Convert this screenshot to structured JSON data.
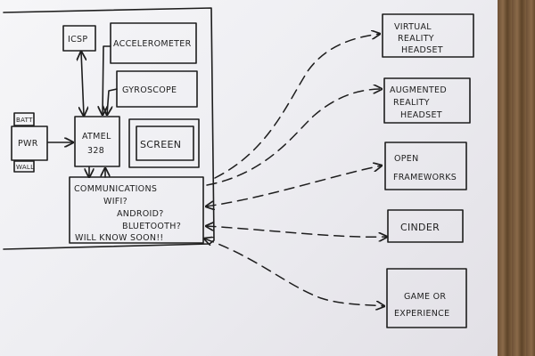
{
  "labels": {
    "icsp": "ICSP",
    "accelerometer": "ACCELEROMETER",
    "gyroscope": "GYROSCOPE",
    "atmel_line1": "ATMEL",
    "atmel_line2": "328",
    "screen": "SCREEN",
    "batt": "BATT",
    "pwr": "PWR",
    "wall": "WALL",
    "comm_line1": "COMMUNICATIONS",
    "comm_line2": "WIFI?",
    "comm_line3": "ANDROID?",
    "comm_line4": "BLUETOOTH?",
    "comm_line5": "WILL KNOW SOON!!"
  },
  "outputs": [
    {
      "lines": [
        "VIRTUAL",
        "REALITY",
        "HEADSET"
      ]
    },
    {
      "lines": [
        "AUGMENTED",
        "REALITY",
        "HEADSET"
      ]
    },
    {
      "lines": [
        "OPEN",
        "FRAMEWORKS"
      ]
    },
    {
      "lines": [
        "CINDER"
      ]
    },
    {
      "lines": [
        "GAME OR",
        "EXPERIENCE"
      ]
    }
  ],
  "colors": {
    "ink": "#1e1e1e",
    "paper": "#f2f2f5",
    "wood": "#7a5c3e"
  }
}
